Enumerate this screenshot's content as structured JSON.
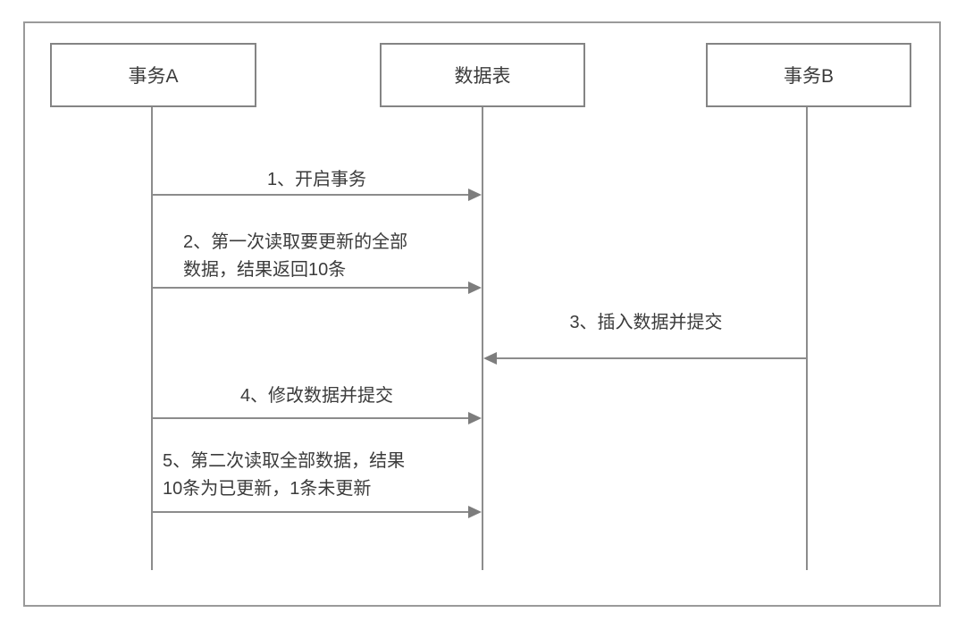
{
  "colors": {
    "background": "#ffffff",
    "frame_border": "#9a9a9a",
    "box_border": "#848484",
    "line": "#8c8c8c",
    "arrowhead": "#7d7d7d",
    "text": "#3b3b3b"
  },
  "diagram": {
    "type": "sequence-diagram",
    "actors": [
      {
        "label": "事务A"
      },
      {
        "label": "数据表"
      },
      {
        "label": "事务B"
      }
    ],
    "messages": [
      {
        "from": "事务A",
        "to": "数据表",
        "direction": "right",
        "lines": [
          "1、开启事务"
        ]
      },
      {
        "from": "事务A",
        "to": "数据表",
        "direction": "right",
        "lines": [
          "2、第一次读取要更新的全部",
          "数据，结果返回10条"
        ]
      },
      {
        "from": "事务B",
        "to": "数据表",
        "direction": "left",
        "lines": [
          "3、插入数据并提交"
        ]
      },
      {
        "from": "事务A",
        "to": "数据表",
        "direction": "right",
        "lines": [
          "4、修改数据并提交"
        ]
      },
      {
        "from": "事务A",
        "to": "数据表",
        "direction": "right",
        "lines": [
          "5、第二次读取全部数据，结果",
          "10条为已更新，1条未更新"
        ]
      }
    ]
  }
}
